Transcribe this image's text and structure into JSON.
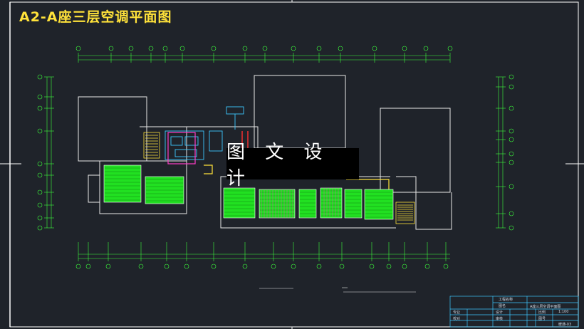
{
  "drawing": {
    "title": "A2-A座三层空调平面图",
    "watermark": "图 文 设 计"
  },
  "colors": {
    "background": "#1f232a",
    "frame": "#ffffff",
    "dimension": "#3cff3c",
    "wall": "#e8e8e8",
    "duct_fill": "#21e021",
    "equipment": "#3cc8ff",
    "accent_pink": "#ff3cc8",
    "accent_yellow": "#ffe23a",
    "accent_red": "#ff3030",
    "title_text": "#ffe23a"
  },
  "title_block": {
    "project_label": "工程名称",
    "sub_label": "图名",
    "drawing_name": "A座三层空调平面图",
    "rows": [
      {
        "left": "专业",
        "mid": "设计",
        "right": "比例",
        "value": "1:100"
      },
      {
        "left": "校对",
        "mid": "审核",
        "right": "图号",
        "value": "暖通-03"
      }
    ]
  }
}
